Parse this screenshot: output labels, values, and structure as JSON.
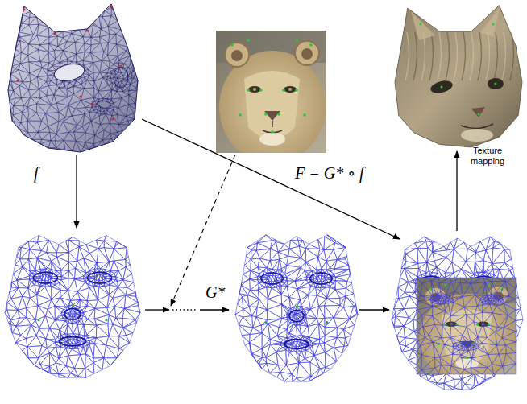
{
  "diagram": {
    "labels": [
      "Texture mapping",
      "f",
      "F = G* ∘ f",
      "G*"
    ]
  }
}
